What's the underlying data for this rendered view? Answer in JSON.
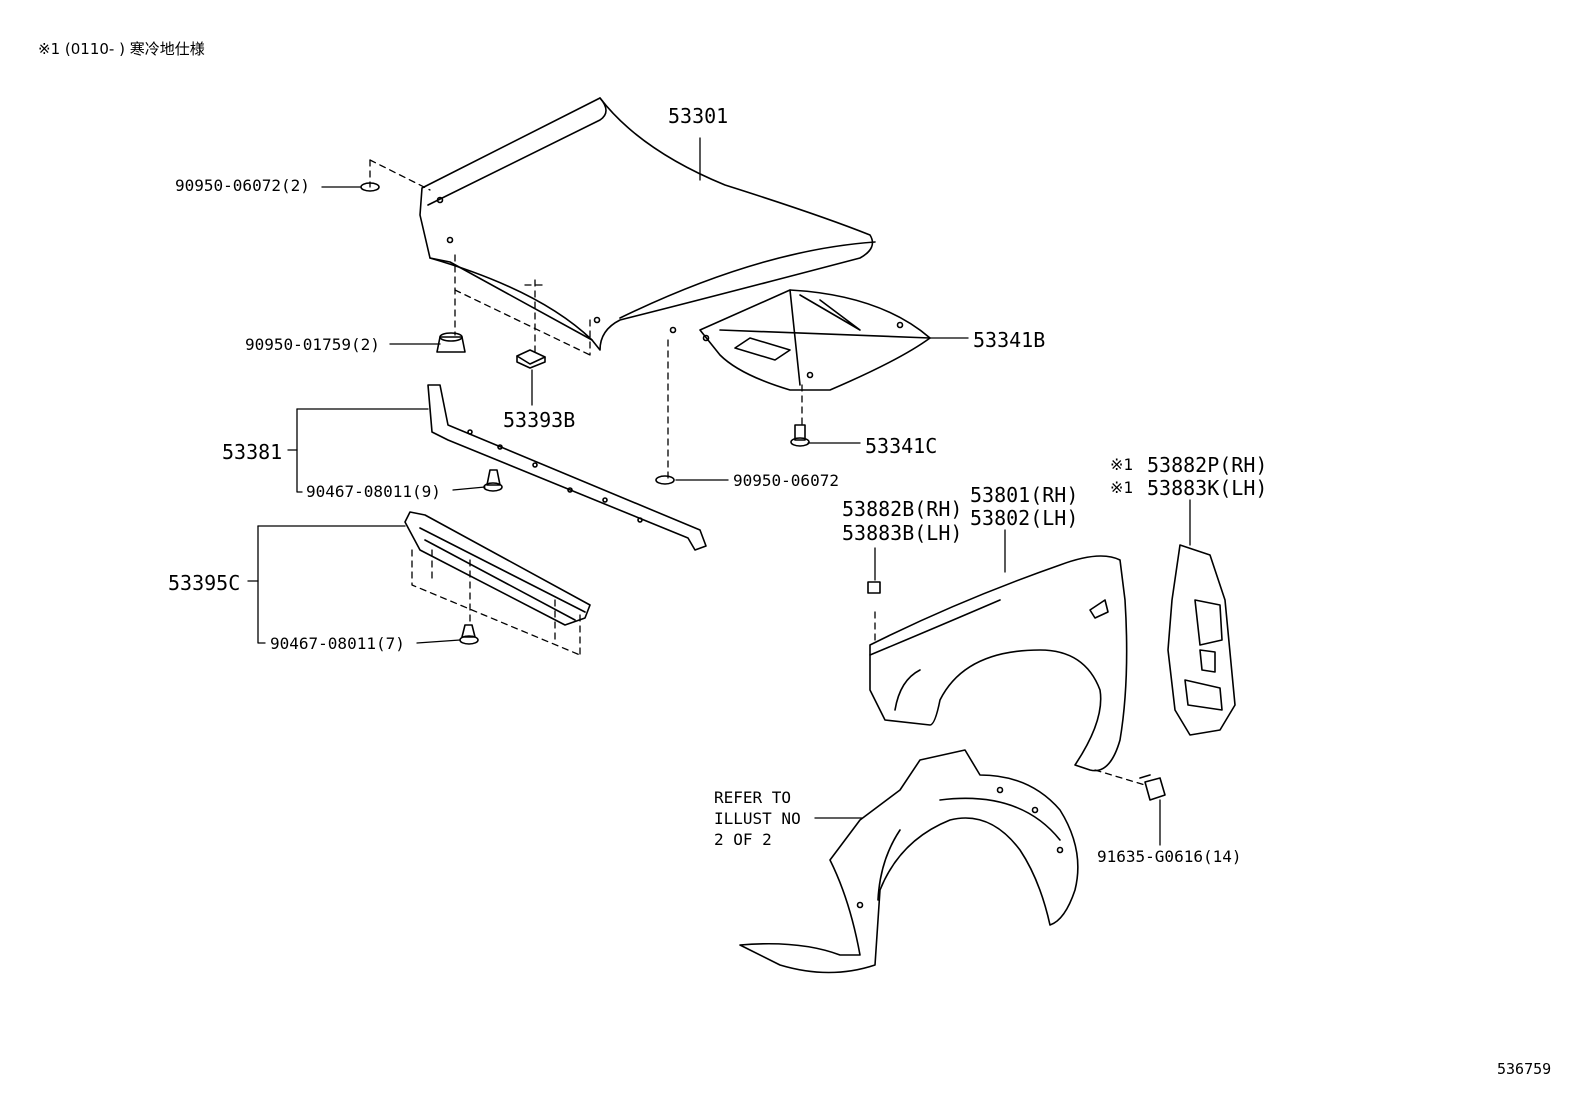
{
  "header": {
    "note": "※1 (0110-      ) 寒冷地仕様"
  },
  "footer": {
    "code": "536759"
  },
  "parts": {
    "hood": "53301",
    "hood_insulator": "53341B",
    "insulator_clip": "53341C",
    "hood_plug_top": "90950-06072(2)",
    "hood_plug_bottom": "90950-06072",
    "hood_cushion": "90950-01759(2)",
    "hood_seal": "53393B",
    "hood_lock_support": "53381",
    "clip_9": "90467-08011(9)",
    "radiator_grille_sub": "53395C",
    "clip_7": "90467-08011(7)",
    "fender_rh": "53801(RH)",
    "fender_lh": "53802(LH)",
    "fender_seal_rh": "53882B(RH)",
    "fender_seal_lh": "53883B(LH)",
    "fender_panel_rh": "53882P(RH)",
    "fender_panel_lh": "53883K(LH)",
    "cold_mark_1": "※1",
    "cold_mark_2": "※1",
    "bolt": "91635-G0616(14)"
  },
  "reference": {
    "text": "REFER TO\nILLUST NO\n2 OF 2"
  }
}
